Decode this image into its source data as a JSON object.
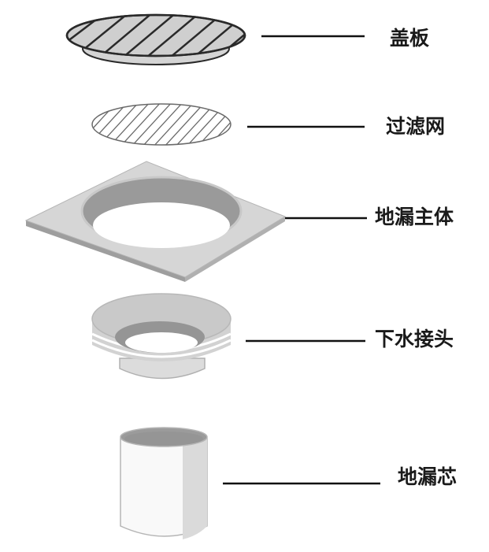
{
  "parts": [
    {
      "id": "cover",
      "label": "盖板"
    },
    {
      "id": "filter",
      "label": "过滤网"
    },
    {
      "id": "body",
      "label": "地漏主体"
    },
    {
      "id": "joint",
      "label": "下水接头"
    },
    {
      "id": "core",
      "label": "地漏芯"
    }
  ],
  "colors": {
    "outline": "#2a2a2a",
    "light_gray": "#d3d3d3",
    "mid_gray": "#bdbdbd",
    "dark_gray": "#8f8f8f",
    "white": "#ffffff"
  }
}
